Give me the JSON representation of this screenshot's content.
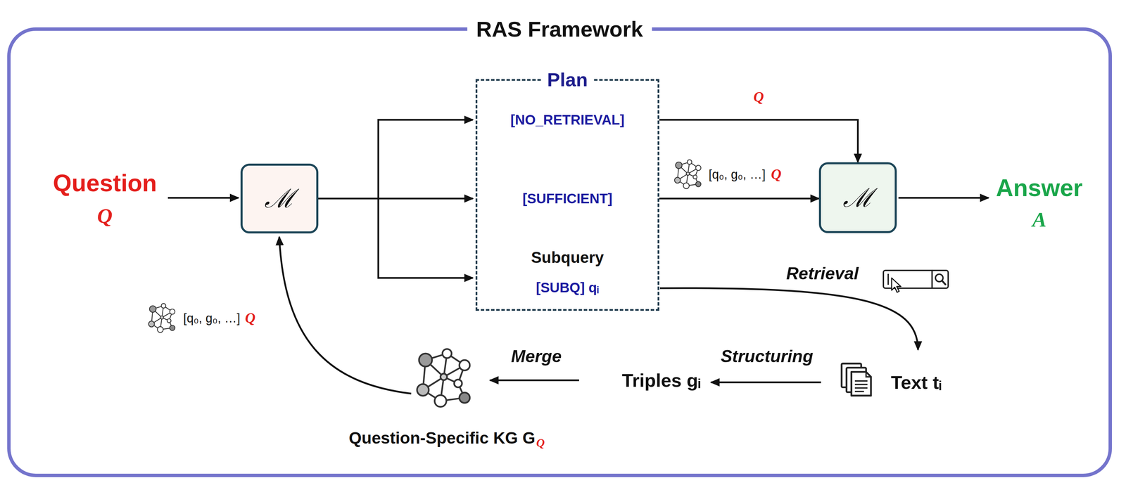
{
  "diagram": {
    "nodes": [
      {
        "text": [
          "RAS Framework"
        ]
      },
      {
        "text": [
          "ℳ"
        ],
        "in": 0
      },
      {
        "text": [
          "Plan",
          "[NO_RETRIEVAL]",
          "[SUFFICIENT]",
          "Subquery",
          "[SUBQ] qᵢ"
        ],
        "in": 0
      },
      {
        "text": [
          "ℳ"
        ],
        "in": 0
      }
    ],
    "edges": [
      {
        "from": 1,
        "to": 2,
        "arrow": "to"
      },
      {
        "from": 2,
        "to": 3,
        "label": "Q",
        "arrow": "to"
      },
      {
        "from": 2,
        "to": 3,
        "label": "[q₀, g₀, …]",
        "arrow": "to"
      }
    ],
    "labels": [
      "Question",
      "Q",
      "Answer",
      "A",
      "Q",
      "Retrieval",
      "Structuring",
      "Text tᵢ",
      "Triples gᵢ",
      "Merge",
      "Question-Specific KG G",
      "Q",
      "[q₀, g₀, …]",
      "Q"
    ]
  }
}
